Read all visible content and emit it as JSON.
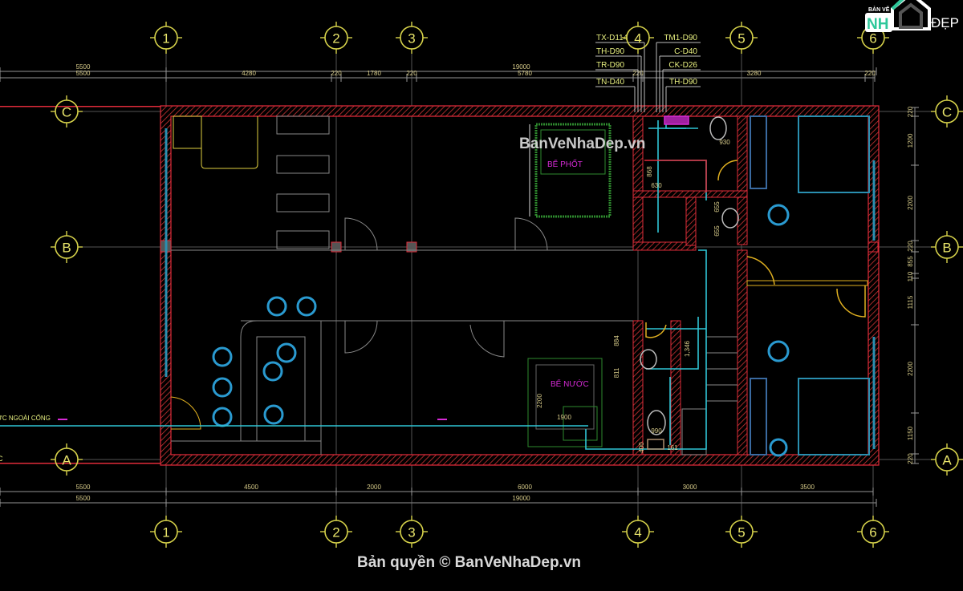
{
  "grid": {
    "columns": [
      "1",
      "2",
      "3",
      "4",
      "5",
      "6"
    ],
    "rows": [
      "C",
      "B",
      "A"
    ]
  },
  "dimensions": {
    "top_overall": [
      "5500",
      "19000"
    ],
    "top_detail": [
      "5500",
      "4280",
      "220",
      "1780",
      "220",
      "5780",
      "220",
      "3280",
      "220"
    ],
    "bottom_detail": [
      "5500",
      "4500",
      "2000",
      "6000",
      "3000",
      "3500"
    ],
    "bottom_overall": [
      "5500",
      "19000"
    ],
    "right": [
      "220",
      "1200",
      "2200",
      "220",
      "855",
      "110",
      "1115",
      "2200",
      "1150",
      "220"
    ]
  },
  "pipe_labels": {
    "left": [
      "TX-D114",
      "TH-D90",
      "TR-D90",
      "TN-D40"
    ],
    "right": [
      "TM1-D90",
      "C-D40",
      "CK-D26",
      "TH-D90"
    ]
  },
  "rooms": {
    "septic_tank": "BỂ PHỐT",
    "water_tank": "BỂ NƯỚC"
  },
  "annotations": {
    "drain_outside_gate": "ỨC NGOÀI CỔNG",
    "left_cut": "C",
    "septic_dim": "868",
    "septic_dim2": "630",
    "wc_930": "930",
    "wc_655a": "655",
    "wc_655b": "655",
    "d884": "884",
    "d811": "811",
    "d1346": "1,346",
    "tank_2200": "2200",
    "tank_1900": "1900",
    "wc_990": "990",
    "d400": "400",
    "d161": "161"
  },
  "watermark": "BanVeNhaDep.vn",
  "copyright": "Bản quyền © BanVeNhaDep.vn",
  "logo": {
    "top": "BẢN VẼ",
    "left": "NH",
    "right": "ĐẸP"
  },
  "colors": {
    "background": "#000000",
    "wall": "#e02b3a",
    "grid_bubble": "#d6d24a",
    "pipe": "#2fc6d6",
    "room_label": "#d62ad6",
    "tank": "#2e8a2e",
    "door": "#e0b020"
  }
}
